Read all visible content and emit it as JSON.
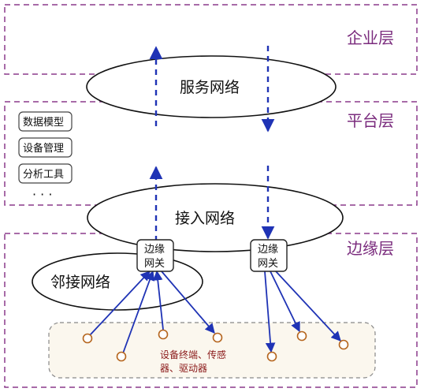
{
  "layers": {
    "enterprise": "企业层",
    "platform": "平台层",
    "edge": "边缘层"
  },
  "networks": {
    "service": "服务网络",
    "access": "接入网络",
    "neighbor": "邻接网络"
  },
  "tools": [
    "数据模型",
    "设备管理",
    "分析工具"
  ],
  "tools_more": "· · ·",
  "gateways": [
    {
      "line1": "边缘",
      "line2": "网关"
    },
    {
      "line1": "边缘",
      "line2": "网关"
    }
  ],
  "devices_label": {
    "line1": "设备终端、传感",
    "line2": "器、驱动器"
  },
  "colors": {
    "layer_border": "#8b3a8b",
    "layer_text": "#7a2b7d",
    "arrow": "#1f33b5",
    "device_ring": "#b5651d",
    "device_text": "#8b1a1a"
  }
}
